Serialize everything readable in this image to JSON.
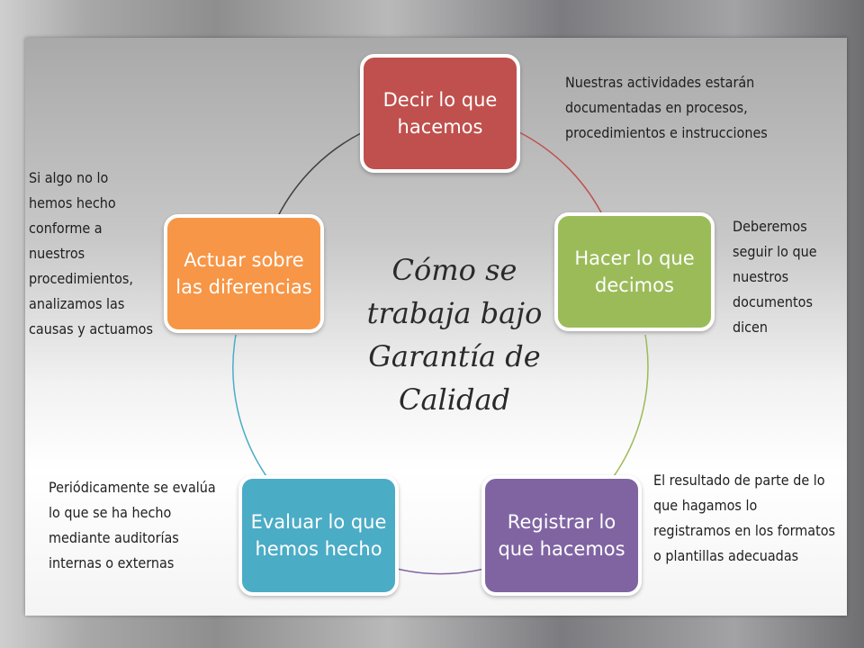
{
  "diagram": {
    "title": "Cómo se trabaja bajo Garantía de Calidad",
    "steps": [
      {
        "label": "Decir lo que hacemos",
        "color": "#c0504d"
      },
      {
        "label": "Hacer lo que decimos",
        "color": "#9bbb59"
      },
      {
        "label": "Registrar lo que hacemos",
        "color": "#8064a2"
      },
      {
        "label": "Evaluar lo que hemos hecho",
        "color": "#4bacc6"
      },
      {
        "label": "Actuar sobre las diferencias",
        "color": "#f79646"
      }
    ],
    "notes": {
      "decir": "Nuestras actividades estarán documentadas en procesos, procedimientos e instrucciones",
      "hacer": "Deberemos seguir lo que nuestros documentos dicen",
      "registrar": "El resultado de parte de lo que hagamos lo registramos en los formatos o plantillas adecuadas",
      "evaluar": "Periódicamente se evalúa lo que se ha hecho mediante auditorías internas o externas",
      "actuar": "Si algo no lo hemos hecho conforme a nuestros procedimientos, analizamos las causas y actuamos"
    }
  }
}
